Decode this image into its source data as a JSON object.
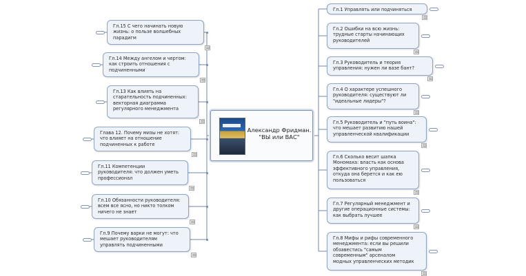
{
  "center": {
    "title": "Александр Фридман.\n\"ВЫ или ВАС\"",
    "image": "book-cover"
  },
  "right_branches": [
    {
      "text": "Гл.1 Управлять или подчиняться"
    },
    {
      "text": "Гл.2 Ошибки на всю жизнь:\nтрудные старты начинающих\nруководителей"
    },
    {
      "text": "Гл.3 Руководитель и теория\nуправления: нужен ли вазе бант?"
    },
    {
      "text": "Гл.4 О характере успешного\nруководителя: существуют ли\n\"идеальные лидеры\"?"
    },
    {
      "text": "Гл.5 Руководитель и \"путь воина\":\nчто мешает развитию нашей\nуправленческой квалификации"
    },
    {
      "text": "Гл.6 Сколько весит шапка\nМономаха: власть как основа\nэффективного управления,\nоткуда она берется и как ею\nпользоваться"
    },
    {
      "text": "Гл.7 Регулярный менеджмент и\nдругие операционные системы:\nкак выбрать лучшее"
    },
    {
      "text": "Гл.8 Мифы и рифы современного\nменеджмента: если вы решили\nобзавестись \"самым\nсовременным\" арсеналом\nмодных управленческих методик"
    }
  ],
  "left_branches": [
    {
      "text": "Гл.15 С чего начинать новую\nжизнь: о пользе волшебных\nпарадигм"
    },
    {
      "text": "Гл.14 Между ангелом и чертом:\nкак строить отношения с\nподчиненными"
    },
    {
      "text": "Гл.13 Как влиять на\nстарательность подчиненных:\nвекторная диаграмма\nрегулярного менеджмента"
    },
    {
      "text": "Глава 12. Почему мизы не хотят:\nчто влияет на отношение\nподчиненных к работе"
    },
    {
      "text": "Гл.11 Компетенции\nруководителя: что должен уметь\nпрофессионал"
    },
    {
      "text": "Гл.10 Обязанности руководителя:\nвсем все ясно, но никто толком\nничего не знает"
    },
    {
      "text": "Гл.9 Почему варки не могут: что\nмешает руководителям\nуправлять подчиненными"
    }
  ],
  "colors": {
    "connector": "#6f86ad",
    "node_fill": "#eef3fa",
    "node_border": "#8fa3c2"
  },
  "icons": {
    "note": "note-icon",
    "collapse": "collapse-pill-icon"
  }
}
